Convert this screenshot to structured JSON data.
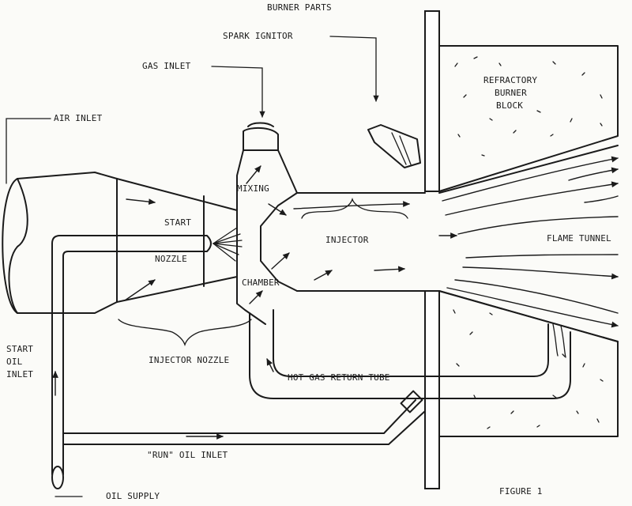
{
  "title": "BURNER PARTS",
  "labels": {
    "spark_ignitor": "SPARK IGNITOR",
    "gas_inlet": "GAS INLET",
    "refractory_line1": "REFRACTORY",
    "refractory_line2": "BURNER",
    "refractory_line3": "BLOCK",
    "air_inlet": "AIR INLET",
    "mixing": "MIXING",
    "start": "START",
    "nozzle": "NOZZLE",
    "injector": "INJECTOR",
    "flame_tunnel": "FLAME TUNNEL",
    "chamber": "CHAMBER",
    "start_oil_inlet_line1": "START",
    "start_oil_inlet_line2": "OIL",
    "start_oil_inlet_line3": "INLET",
    "injector_nozzle": "INJECTOR NOZZLE",
    "hot_gas_return_tube": "HOT GAS RETURN TUBE",
    "run_oil_inlet": "\"RUN\" OIL INLET",
    "oil_supply": "OIL SUPPLY",
    "figure": "FIGURE 1"
  }
}
